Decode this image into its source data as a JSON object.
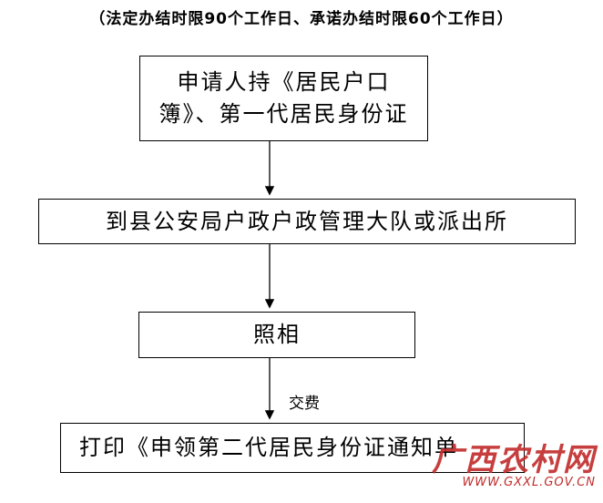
{
  "header": {
    "text": "（法定办结时限90个工作日、承诺办结时限60个工作日）"
  },
  "flow": {
    "steps": [
      {
        "text": "申请人持《居民户口簿》、第一代居民身份证"
      },
      {
        "text": "到县公安局户政户政管理大队或派出所"
      },
      {
        "text": "照相"
      },
      {
        "text": "打印《申领第二代居民身份证通知单"
      }
    ],
    "edge_label": "交费"
  },
  "watermark": {
    "title": "广西农村网",
    "url": "WWW.GXXL.GOV.CN"
  }
}
